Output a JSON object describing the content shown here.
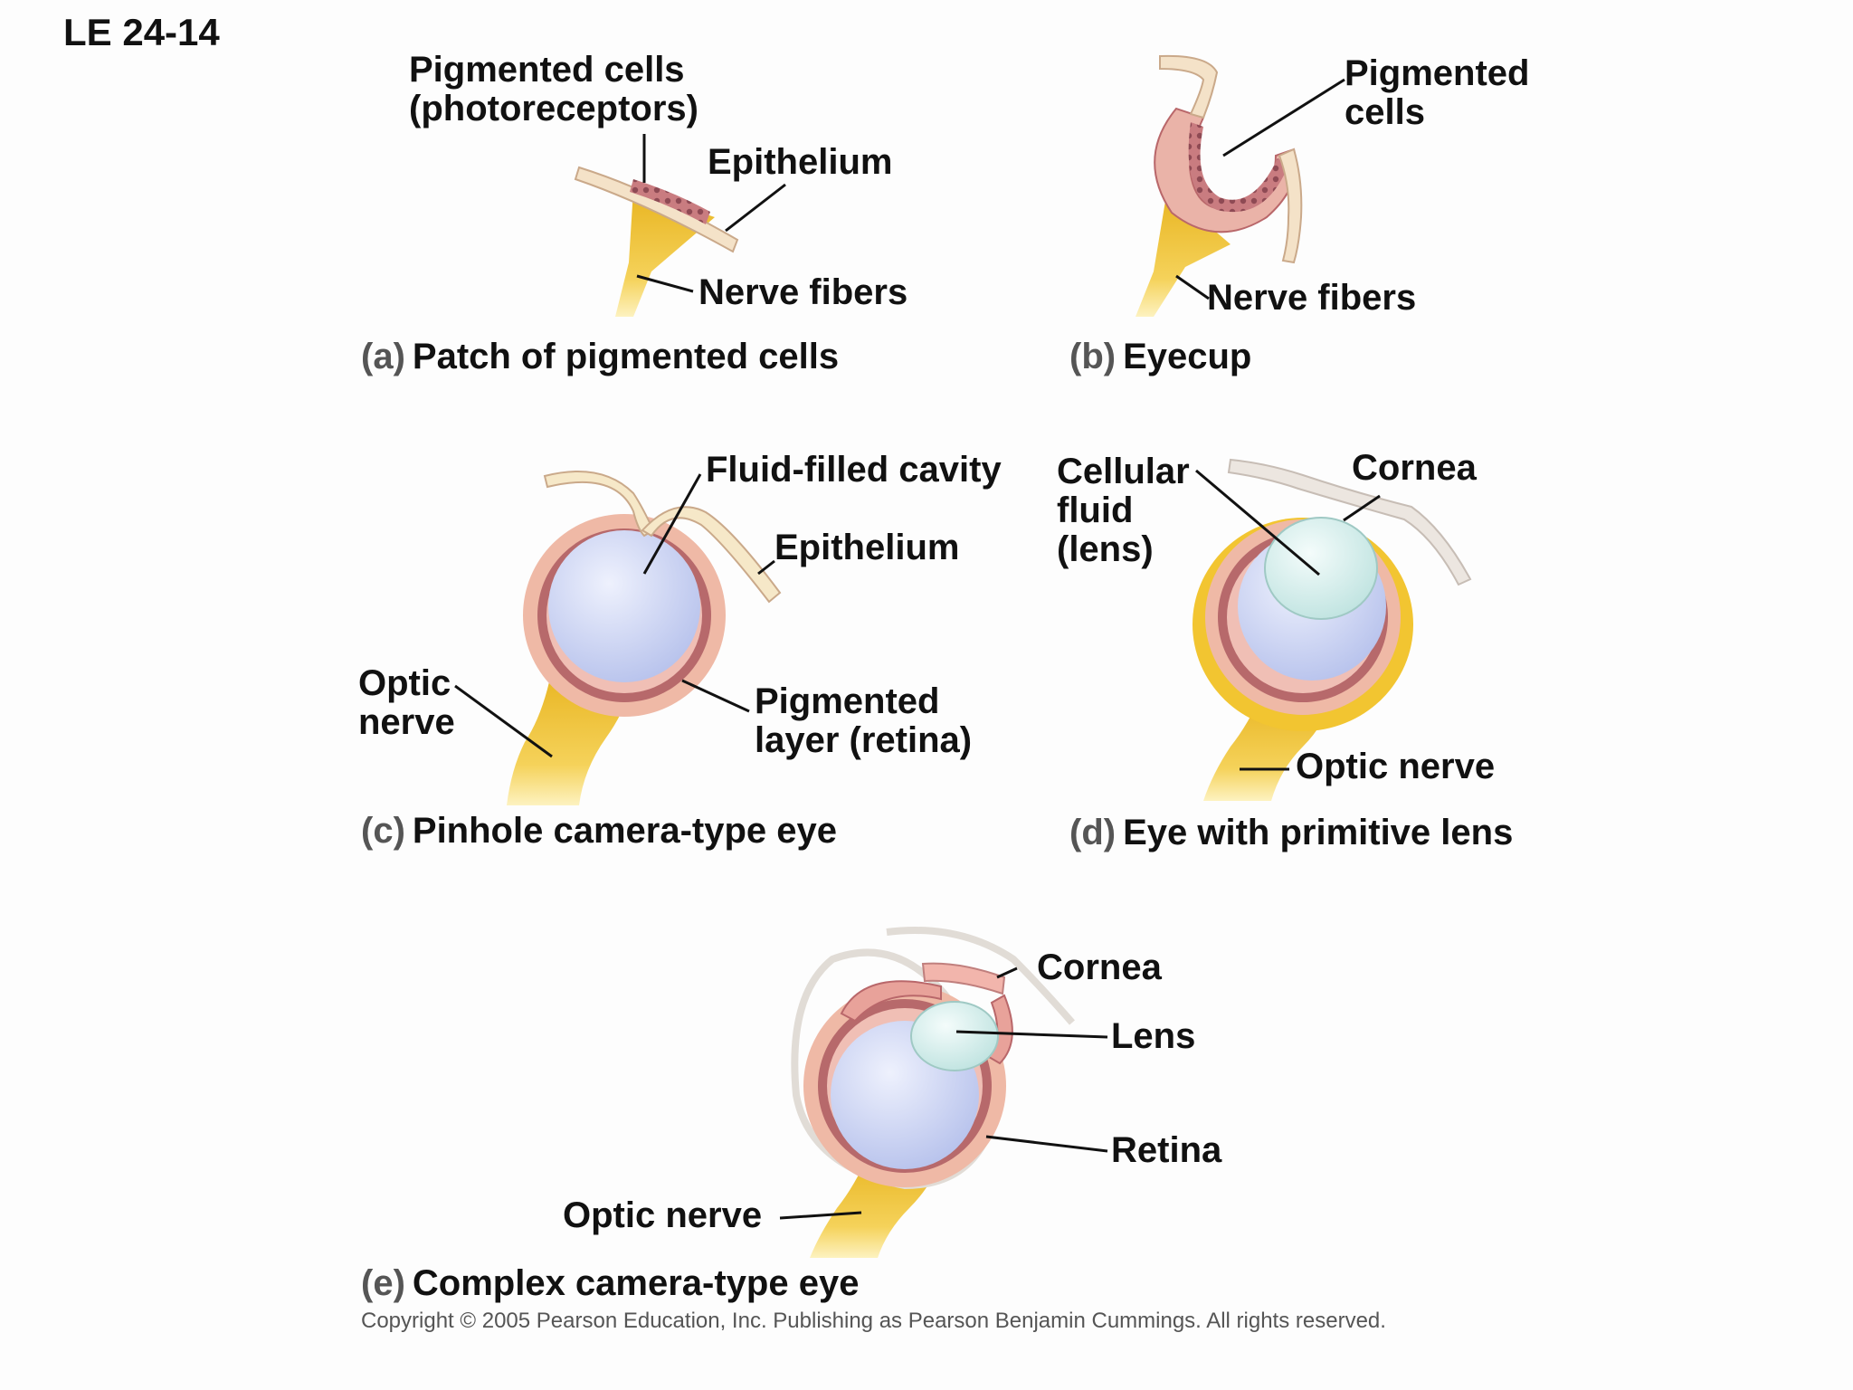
{
  "figure_id": "LE 24-14",
  "copyright": "Copyright © 2005 Pearson Education, Inc. Publishing as Pearson Benjamin Cummings. All rights reserved.",
  "colors": {
    "nerve": "#f2c531",
    "nerve_light": "#fbe48a",
    "pigment": "#e9a9a0",
    "pigment_dark": "#b9676a",
    "fluid": "#c9d2f2",
    "lens": "#d8f0ee",
    "epithelium": "#f6e8c8",
    "line": "#111111"
  },
  "panels": {
    "a": {
      "letter": "(a)",
      "title": "Patch of pigmented cells",
      "labels": {
        "pigmented_cells": [
          "Pigmented cells",
          "(photoreceptors)"
        ],
        "epithelium": "Epithelium",
        "nerve_fibers": "Nerve fibers"
      }
    },
    "b": {
      "letter": "(b)",
      "title": "Eyecup",
      "labels": {
        "pigmented_cells": [
          "Pigmented",
          "cells"
        ],
        "nerve_fibers": "Nerve fibers"
      }
    },
    "c": {
      "letter": "(c)",
      "title": "Pinhole camera-type eye",
      "labels": {
        "fluid_cavity": "Fluid-filled cavity",
        "epithelium": "Epithelium",
        "optic_nerve": [
          "Optic",
          "nerve"
        ],
        "pigmented_layer": [
          "Pigmented",
          "layer (retina)"
        ]
      }
    },
    "d": {
      "letter": "(d)",
      "title": "Eye with primitive lens",
      "labels": {
        "cellular_fluid": [
          "Cellular",
          "fluid",
          "(lens)"
        ],
        "cornea": "Cornea",
        "optic_nerve": "Optic nerve"
      }
    },
    "e": {
      "letter": "(e)",
      "title": "Complex camera-type eye",
      "labels": {
        "cornea": "Cornea",
        "lens": "Lens",
        "retina": "Retina",
        "optic_nerve": "Optic nerve"
      }
    }
  }
}
